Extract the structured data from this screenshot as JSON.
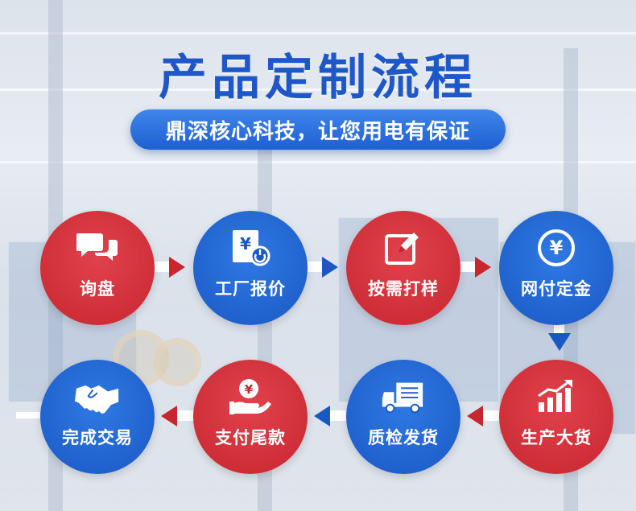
{
  "header": {
    "title": "产品定制流程",
    "subtitle": "鼎深核心科技，让您用电有保证"
  },
  "colors": {
    "red": "#c8262f",
    "blue": "#1a58c4",
    "title_blue": "#1e58c8"
  },
  "steps": [
    {
      "label": "询盘",
      "icon": "chat-bubbles-icon",
      "color": "red"
    },
    {
      "label": "工厂报价",
      "icon": "price-quote-icon",
      "color": "blue"
    },
    {
      "label": "按需打样",
      "icon": "edit-pencil-icon",
      "color": "red"
    },
    {
      "label": "网付定金",
      "icon": "yen-coin-icon",
      "color": "blue"
    },
    {
      "label": "生产大货",
      "icon": "growth-chart-icon",
      "color": "red"
    },
    {
      "label": "质检发货",
      "icon": "delivery-truck-icon",
      "color": "blue"
    },
    {
      "label": "支付尾款",
      "icon": "hand-coin-icon",
      "color": "red"
    },
    {
      "label": "完成交易",
      "icon": "handshake-icon",
      "color": "blue"
    }
  ]
}
